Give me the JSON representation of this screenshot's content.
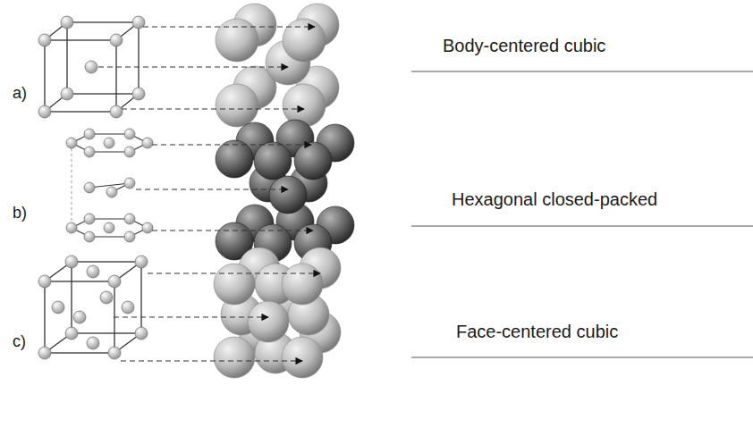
{
  "diagram": {
    "labels": [
      "a)",
      "Body-centered cubic",
      "b)",
      "Hexagonal closed-packed",
      "c)",
      "Face-centered cubic"
    ]
  }
}
